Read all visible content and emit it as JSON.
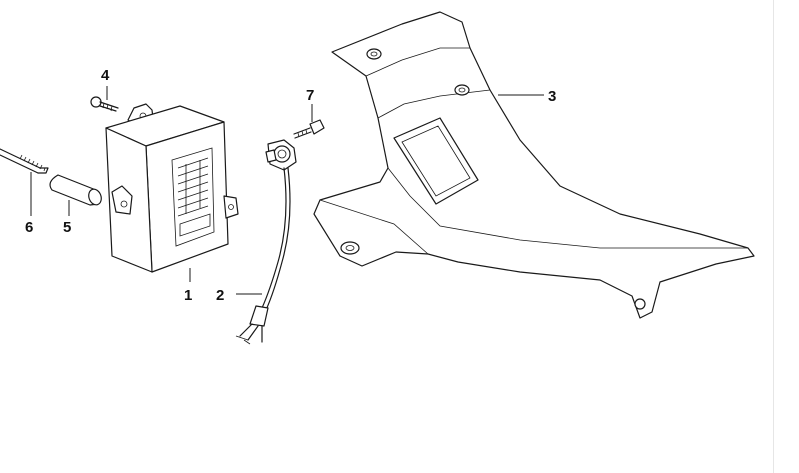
{
  "diagram": {
    "parts": [
      {
        "id": "part-1",
        "label": "1"
      },
      {
        "id": "part-2",
        "label": "2"
      },
      {
        "id": "part-3",
        "label": "3"
      },
      {
        "id": "part-4",
        "label": "4"
      },
      {
        "id": "part-5",
        "label": "5"
      },
      {
        "id": "part-6",
        "label": "6"
      },
      {
        "id": "part-7",
        "label": "7"
      }
    ],
    "colors": {
      "line": "#1a1a1a",
      "background": "#ffffff"
    }
  }
}
